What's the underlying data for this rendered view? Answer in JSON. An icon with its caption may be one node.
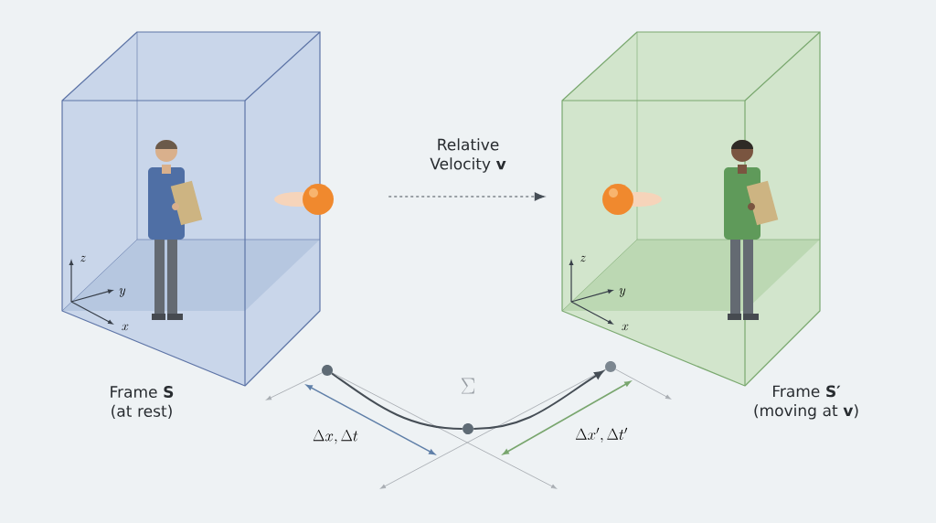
{
  "diagram": {
    "nodes": [
      {
        "text": [
          "Frame **S** (at rest)"
        ]
      },
      {
        "text": [
          "Frame **S′** (moving at **v**)"
        ]
      },
      {
        "text": [],
        "shape": "circle"
      },
      {
        "text": [],
        "shape": "circle"
      },
      {
        "text": [],
        "shape": "circle"
      }
    ],
    "edges": [
      {
        "from": 0,
        "to": 1,
        "arrow": "to",
        "style": "dashed",
        "label": "Relative Velocity **v**"
      },
      {
        "from": 2,
        "to": 3,
        "arrow": "none"
      },
      {
        "from": 3,
        "to": 4,
        "arrow": "to"
      }
    ],
    "labels": [
      "z",
      "y",
      "x",
      "z",
      "y",
      "x",
      "\\Sigma",
      "\\Delta x, \\Delta t",
      "\\Delta x', \\Delta t'"
    ]
  }
}
